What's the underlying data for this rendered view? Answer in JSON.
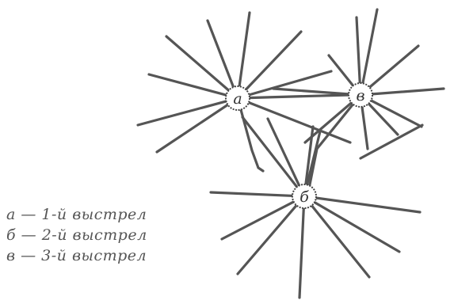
{
  "holes": [
    {
      "id": "a",
      "label": "а"
    },
    {
      "id": "b",
      "label": "б"
    },
    {
      "id": "v",
      "label": "в"
    }
  ],
  "legend": [
    {
      "symbol": "а",
      "dash": "—",
      "text": "1-й выстрел"
    },
    {
      "symbol": "б",
      "dash": "—",
      "text": "2-й выстрел"
    },
    {
      "symbol": "в",
      "dash": "—",
      "text": "3-й выстрел"
    }
  ],
  "colors": {
    "crack": "#555555",
    "text": "#555555"
  }
}
